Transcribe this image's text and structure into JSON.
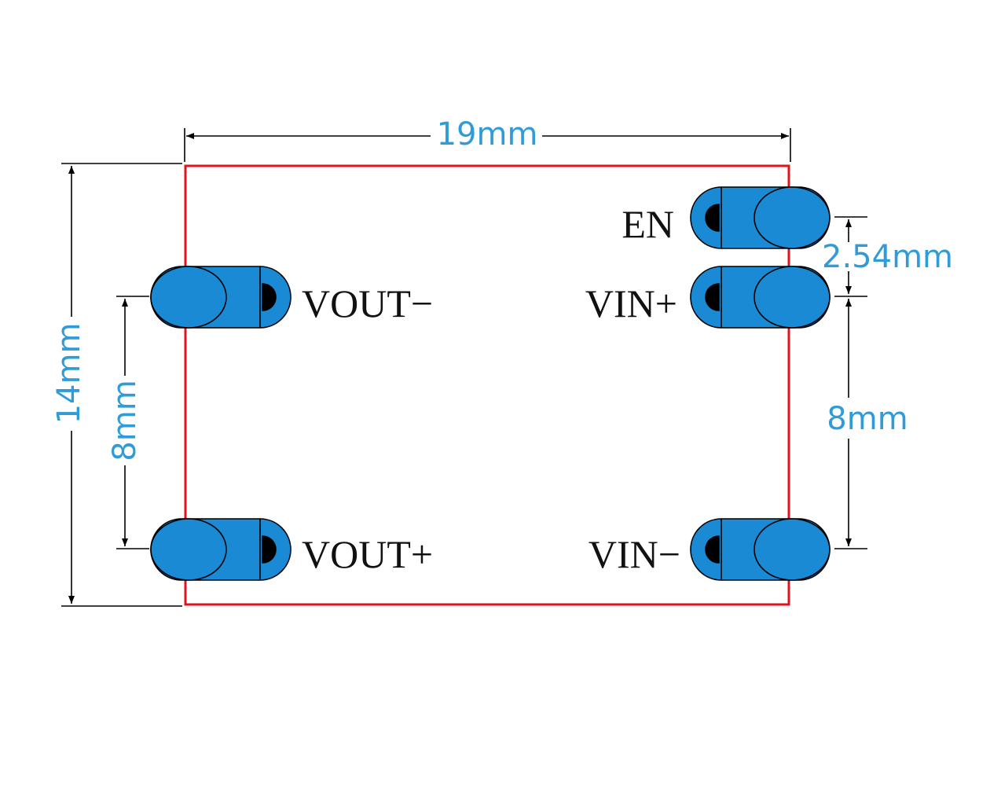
{
  "colors": {
    "outline": "#e0141e",
    "pad_fill": "#1a8ad4",
    "dimension_text": "#2f9bd8",
    "line": "#000000"
  },
  "dimensions": {
    "width": "19mm",
    "height": "14mm",
    "left_pin_spacing": "8mm",
    "right_pin_spacing": "8mm",
    "en_pitch": "2.54mm"
  },
  "pins": {
    "left": [
      {
        "label": "VOUT−"
      },
      {
        "label": "VOUT+"
      }
    ],
    "right": [
      {
        "label": "EN"
      },
      {
        "label": "VIN+"
      },
      {
        "label": "VIN−"
      }
    ]
  }
}
